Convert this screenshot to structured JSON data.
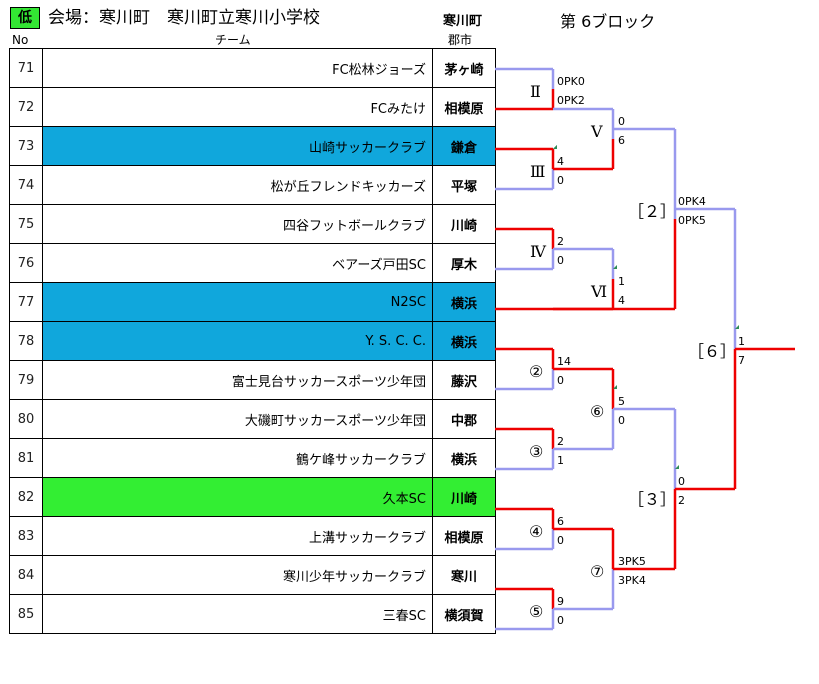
{
  "header": {
    "badge": "低",
    "venue": "会場：寒川町　寒川町立寒川小学校",
    "city": "寒川町",
    "block": "第 6ブロック",
    "col_no": "No",
    "col_team": "チーム",
    "col_city": "郡市"
  },
  "teams": [
    {
      "no": "71",
      "name": "FC松林ジョーズ",
      "city": "茅ヶ崎",
      "highlight": ""
    },
    {
      "no": "72",
      "name": "FCみたけ",
      "city": "相模原",
      "highlight": ""
    },
    {
      "no": "73",
      "name": "山崎サッカークラブ",
      "city": "鎌倉",
      "highlight": "blue"
    },
    {
      "no": "74",
      "name": "松が丘フレンドキッカーズ",
      "city": "平塚",
      "highlight": ""
    },
    {
      "no": "75",
      "name": "四谷フットボールクラブ",
      "city": "川崎",
      "highlight": ""
    },
    {
      "no": "76",
      "name": "ベアーズ戸田SC",
      "city": "厚木",
      "highlight": ""
    },
    {
      "no": "77",
      "name": "N2SC",
      "city": "横浜",
      "highlight": "blue"
    },
    {
      "no": "78",
      "name": "Y. S. C. C.",
      "city": "横浜",
      "highlight": "blue"
    },
    {
      "no": "79",
      "name": "富士見台サッカースポーツ少年団",
      "city": "藤沢",
      "highlight": ""
    },
    {
      "no": "80",
      "name": "大磯町サッカースポーツ少年団",
      "city": "中郡",
      "highlight": ""
    },
    {
      "no": "81",
      "name": "鶴ケ峰サッカークラブ",
      "city": "横浜",
      "highlight": ""
    },
    {
      "no": "82",
      "name": "久本SC",
      "city": "川崎",
      "highlight": "green"
    },
    {
      "no": "83",
      "name": "上溝サッカークラブ",
      "city": "相模原",
      "highlight": ""
    },
    {
      "no": "84",
      "name": "寒川少年サッカークラブ",
      "city": "寒川",
      "highlight": ""
    },
    {
      "no": "85",
      "name": "三春SC",
      "city": "横須賀",
      "highlight": ""
    }
  ],
  "bracket": {
    "rounds": {
      "r2": "Ⅱ",
      "r3": "Ⅲ",
      "r4": "Ⅳ",
      "r5": "Ⅴ",
      "r6": "Ⅵ",
      "c2": "②",
      "c3": "③",
      "c4": "④",
      "c5": "⑤",
      "c6": "⑥",
      "c7": "⑦",
      "b2": "［２］",
      "b3": "［３］",
      "b6": "［６］"
    },
    "scores": {
      "r2_top": "0PK0",
      "r2_bot": "0PK2",
      "r3_top": "4",
      "r3_bot": "0",
      "r4_top": "2",
      "r4_bot": "0",
      "r5_top": "0",
      "r5_bot": "6",
      "r6_top": "1",
      "r6_bot": "4",
      "b2_top": "0PK4",
      "b2_bot": "0PK5",
      "c2_top": "14",
      "c2_bot": "0",
      "c3_top": "2",
      "c3_bot": "1",
      "c4_top": "6",
      "c4_bot": "0",
      "c5_top": "9",
      "c5_bot": "0",
      "c6_top": "5",
      "c6_bot": "0",
      "c7_top": "3PK5",
      "c7_bot": "3PK4",
      "b3_top": "0",
      "b3_bot": "2",
      "b6_top": "1",
      "b6_bot": "7"
    },
    "colors": {
      "winner": "#ee0000",
      "loser": "#9999ee",
      "marker": "#2e8b57"
    }
  }
}
